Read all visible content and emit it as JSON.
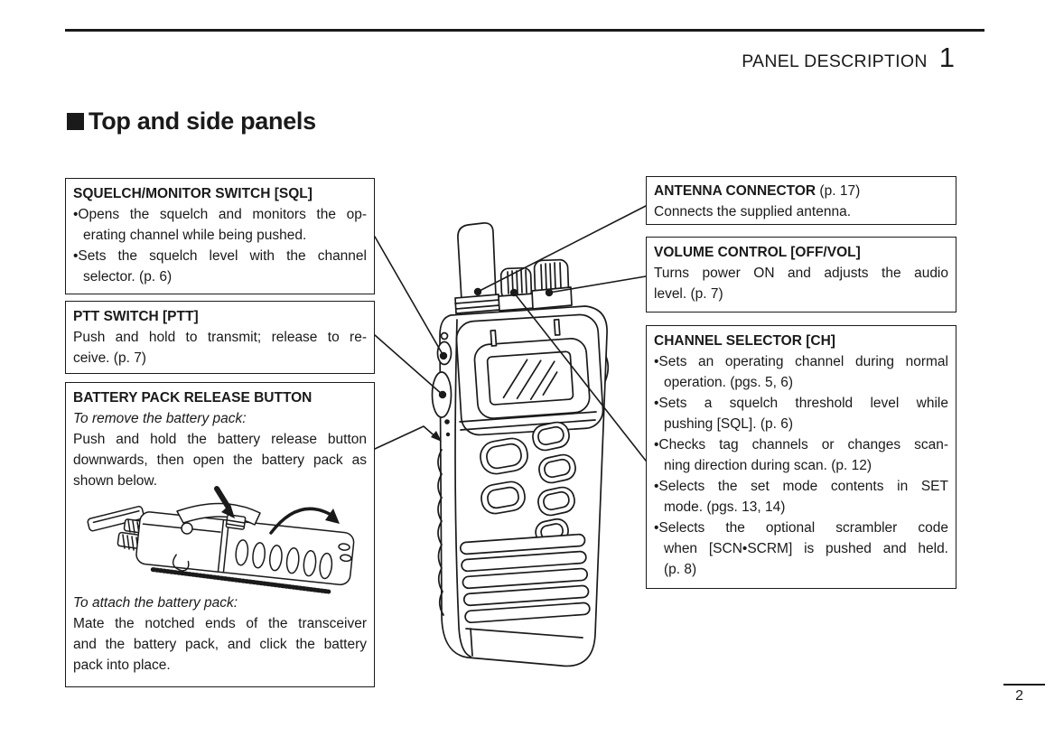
{
  "header": {
    "title": "PANEL DESCRIPTION",
    "chapter": "1"
  },
  "section": {
    "title": "Top and side panels"
  },
  "page_number": "2",
  "colors": {
    "ink": "#1a1a1a",
    "paper": "#ffffff"
  },
  "boxes": {
    "squelch": {
      "title": "SQUELCH/MONITOR SWITCH [SQL]",
      "items": [
        {
          "lines": [
            "•Opens the squelch and monitors the op-",
            "erating channel while being pushed."
          ]
        },
        {
          "lines": [
            "•Sets the squelch level with the channel",
            "selector. (p. 6)"
          ]
        }
      ]
    },
    "ptt": {
      "title": "PTT SWITCH [PTT]",
      "items": [
        {
          "lines": [
            "Push and hold to transmit; release to re-",
            "ceive. (p. 7)"
          ]
        }
      ]
    },
    "battery": {
      "title": "BATTERY PACK RELEASE BUTTON",
      "remove_label": "To remove the battery pack:",
      "remove_lines": [
        "Push and hold the battery release button",
        "downwards, then open the battery pack as",
        "shown below."
      ],
      "attach_label": "To attach the battery pack:",
      "attach_lines": [
        "Mate the notched ends of the transceiver",
        "and the battery pack, and click the battery",
        "pack into place."
      ]
    },
    "antenna": {
      "title": "ANTENNA CONNECTOR",
      "title_suffix": " (p. 17)",
      "items": [
        {
          "lines": [
            "Connects the supplied antenna."
          ]
        }
      ]
    },
    "volume": {
      "title": "VOLUME CONTROL [OFF/VOL]",
      "items": [
        {
          "lines": [
            "Turns power ON and adjusts the audio",
            "level. (p. 7)"
          ]
        }
      ]
    },
    "channel": {
      "title": "CHANNEL SELECTOR [CH]",
      "items": [
        {
          "lines": [
            "•Sets an operating channel during normal",
            "operation. (pgs. 5, 6)"
          ]
        },
        {
          "lines": [
            "•Sets a squelch threshold level while",
            "pushing [SQL]. (p. 6)"
          ]
        },
        {
          "lines": [
            "•Checks tag channels or changes scan-",
            "ning direction during scan. (p. 12)"
          ]
        },
        {
          "lines": [
            "•Selects the set mode contents in SET",
            "mode. (pgs. 13, 14)"
          ]
        },
        {
          "lines": [
            "•Selects the optional scrambler code",
            "when [SCN•SCRM] is pushed and held.",
            "(p. 8)"
          ]
        }
      ]
    }
  }
}
